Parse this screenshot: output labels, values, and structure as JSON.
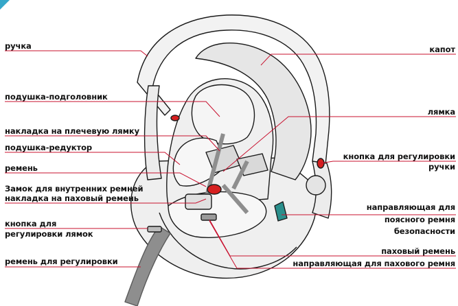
{
  "labels": {
    "handle": "ручка",
    "hood": "капот",
    "headrest": "подушка-подголовник",
    "strap": "лямка",
    "shoulder_pad": "накладка на плечевую лямку",
    "reducer": "подушка-редуктор",
    "belt": "ремень",
    "handle_button_1": "кнопка для регулировки",
    "handle_button_2": "ручки",
    "buckle_1": "Замок для  внутренних ремней",
    "buckle_2": "накладка на паховый ремень",
    "lap_guide_1": "направляющая для",
    "lap_guide_2": "поясного ремня",
    "lap_guide_3": "безопасности",
    "strap_button_1": "кнопка для",
    "strap_button_2": "регулировки лямок",
    "crotch_belt": "паховый ремень",
    "adjust_belt": "ремень для регулировки",
    "crotch_guide": "направляющая для пахового ремня"
  },
  "colors": {
    "leader_line": "#c8102e",
    "outline": "#1a1a1a",
    "fabric": "#efefef",
    "shade": "#cfcfcf",
    "strap": "#8e8e8e",
    "red_part": "#d62020",
    "teal_part": "#2a8f8c",
    "corner_accent": "#35a7c9"
  }
}
